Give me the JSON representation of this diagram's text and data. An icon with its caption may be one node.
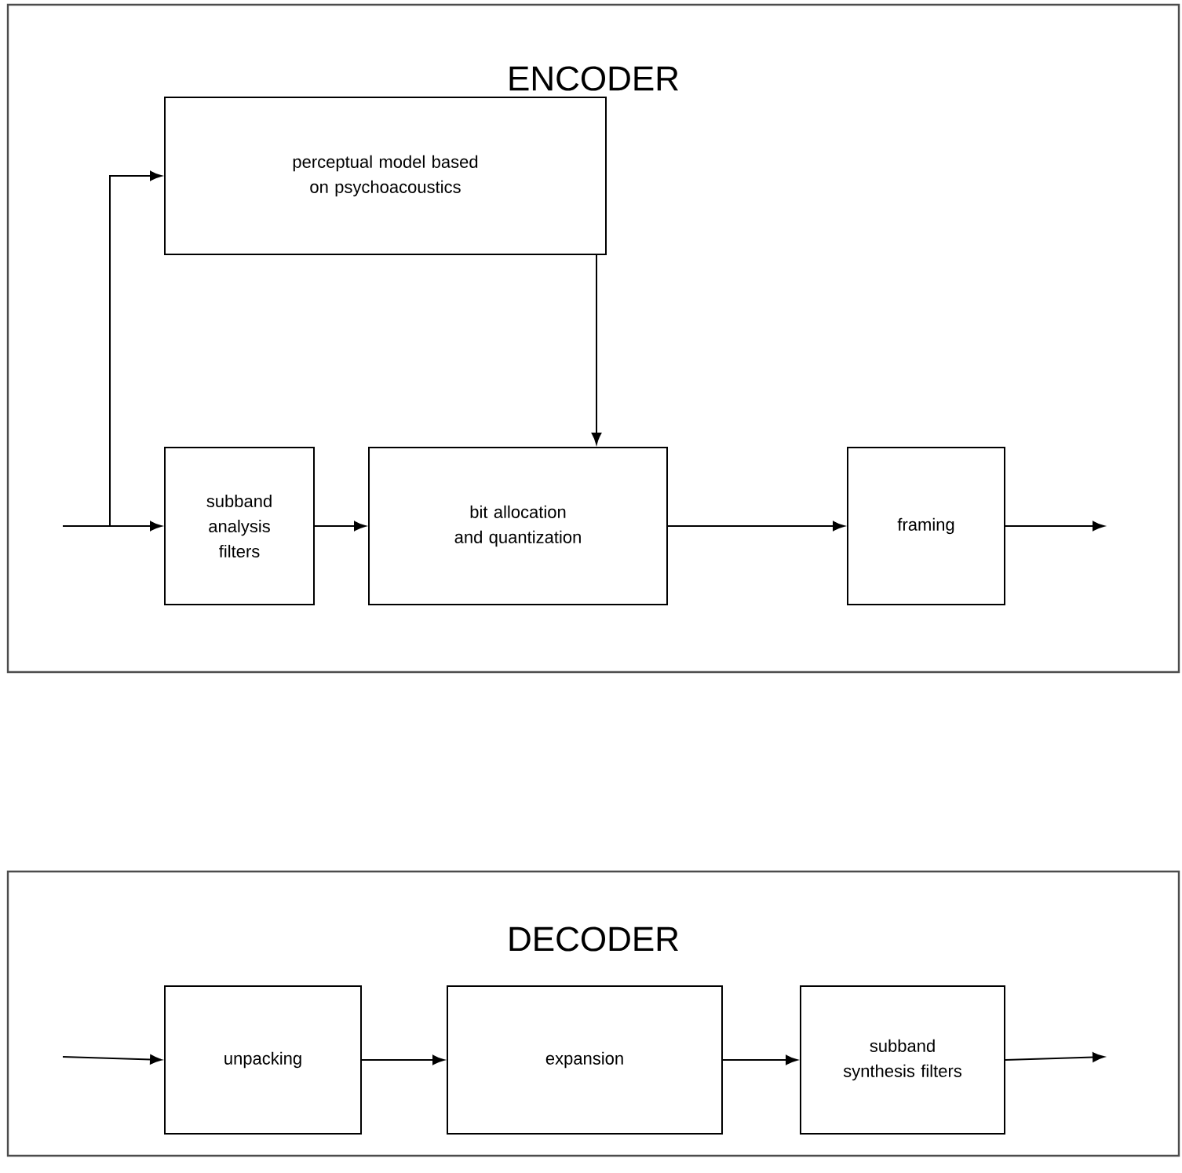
{
  "diagram": {
    "nodes": [
      {
        "text": [
          "ENCODER"
        ]
      },
      {
        "text": [
          "perceptual model based on psychoacoustics"
        ],
        "in": 0
      },
      {
        "text": [
          "subband analysis filters"
        ],
        "in": 0
      },
      {
        "text": [
          "bit allocation and quantization"
        ],
        "in": 0
      },
      {
        "text": [
          "framing"
        ],
        "in": 0
      },
      {
        "text": [
          "DECODER"
        ]
      },
      {
        "text": [
          "unpacking"
        ],
        "in": 5
      },
      {
        "text": [
          "expansion"
        ],
        "in": 5
      },
      {
        "text": [
          "subband synthesis filters"
        ],
        "in": 5
      }
    ],
    "edges": [
      {
        "from": null,
        "to": 1,
        "arrow": "to"
      },
      {
        "from": null,
        "to": 2,
        "arrow": "to"
      },
      {
        "from": 2,
        "to": 3,
        "arrow": "to"
      },
      {
        "from": 1,
        "to": 3,
        "arrow": "to"
      },
      {
        "from": 3,
        "to": 4,
        "arrow": "to"
      },
      {
        "from": 4,
        "to": null,
        "arrow": "to"
      },
      {
        "from": null,
        "to": 6,
        "arrow": "to"
      },
      {
        "from": 6,
        "to": 7,
        "arrow": "to"
      },
      {
        "from": 7,
        "to": 8,
        "arrow": "to"
      },
      {
        "from": 8,
        "to": null,
        "arrow": "to"
      }
    ]
  }
}
